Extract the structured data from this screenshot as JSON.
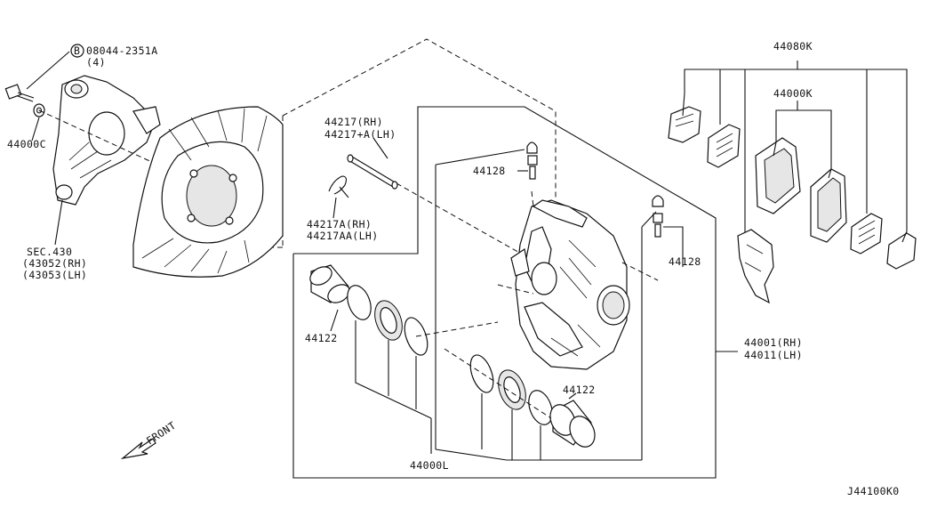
{
  "labels": {
    "bolt_code": "08044-2351A",
    "bolt_qty": "(4)",
    "bolt_marker": "B",
    "washer": "44000C",
    "sec_main": "SEC.430",
    "sec_rh": "(43052(RH)",
    "sec_lh": "(43053(LH)",
    "pin_rh": "44217(RH)",
    "pin_lh": "44217+A(LH)",
    "clip_rh": "44217A(RH)",
    "clip_lh": "44217AA(LH)",
    "bleeder_top": "44128",
    "bleeder_right": "44128",
    "piston_left": "44122",
    "piston_right": "44122",
    "seal_kit": "44000L",
    "caliper_rh": "44001(RH)",
    "caliper_lh": "44011(LH)",
    "pad_kit": "44080K",
    "pad_set": "44000K",
    "front": "FRONT",
    "diagram_code": "J44100K0"
  }
}
